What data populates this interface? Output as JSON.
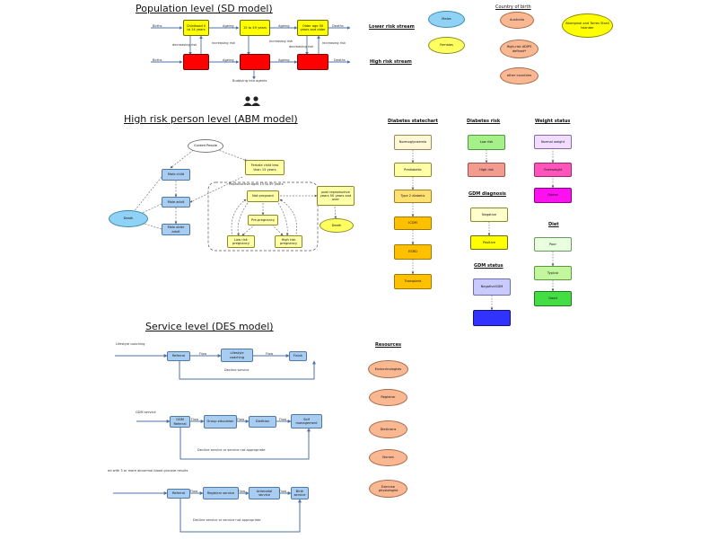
{
  "sd": {
    "title": "Population level (SD model)",
    "births": [
      "Births",
      "Births"
    ],
    "ageing": [
      "Ageing",
      "Ageing",
      "Ageing",
      "Ageing"
    ],
    "deaths": [
      "Deaths",
      "Deaths"
    ],
    "boxes": [
      "Childhood 0 to 14 years",
      "15 to 49 years",
      "Older age 50 years and older"
    ],
    "flow_labels": [
      "decreasing risk",
      "increasing risk",
      "increasing risk",
      "decreasing risk",
      "increasing risk"
    ],
    "buddy": "Buddying into agents",
    "lower_stream": "Lower risk stream",
    "high_stream": "High risk stream"
  },
  "country": {
    "title": "Country of birth",
    "items": [
      "Males",
      "Australia",
      "Aboriginal and Torres Strait Islander",
      "Females",
      "High-risk ADIPS defined*",
      "other countries"
    ]
  },
  "abm": {
    "title": "High risk person level (ABM model)",
    "guided": "Guided People",
    "male_child": "Male child",
    "male_adult": "Male adult",
    "male_older": "Male older adult",
    "death": "Death",
    "death2": "Death",
    "female_child": "Female child less than 15 years",
    "reproductive": "Reproductive ages 15 to 49 years",
    "not_pregnant": "Not pregnant",
    "pre_pregnancy": "Pre-pregnancy",
    "low_risk": "Low risk pregnancy",
    "high_risk": "High risk pregnancy",
    "post_repro": "post reproductive years 50 years and over"
  },
  "statechart": {
    "title": "Diabetes statechart",
    "states": [
      "Normoglycaemia",
      "Prediabetic",
      "Type 2 diabetic",
      "ICDM",
      "ESRD",
      "Transplant"
    ]
  },
  "risk": {
    "title": "Diabetes risk",
    "items": [
      "Low risk",
      "High risk"
    ]
  },
  "gdm_diag": {
    "title": "GDM diagnosis",
    "items": [
      "Negative",
      "Positive"
    ]
  },
  "gdm_status": {
    "title": "GDM status",
    "items": [
      "NegativeGDM",
      ""
    ]
  },
  "weight": {
    "title": "Weight status",
    "items": [
      "Normal weight",
      "Overweight",
      "Obese"
    ]
  },
  "diet": {
    "title": "Diet",
    "items": [
      "Poor",
      "Typical",
      "Good"
    ]
  },
  "des": {
    "title": "Service level (DES model)",
    "lifestyle": {
      "label": "Lifestyle coaching",
      "referral": "Referral",
      "coaching": "Lifestyle coaching",
      "finish": "Finish",
      "flow": "Flow",
      "decline": "Decline service"
    },
    "gdm": {
      "label": "GDM service",
      "referral": "GDM Referral",
      "group": "Group education",
      "dietitian": "Dietitian",
      "self": "Self management",
      "flow": "Flow",
      "decline": "Decline service or service not appropriate"
    },
    "abnormal": {
      "label": "ed with 3 or more abnormal blood glucose results",
      "referral": "Referral",
      "registrar": "Registrar service",
      "antenatal": "Antenatal service",
      "birth": "Birth service",
      "flow": "Flow",
      "decline": "Decline service or service not appropriate"
    }
  },
  "resources": {
    "title": "Resources",
    "items": [
      "Endocrinologists",
      "Registrar",
      "Dieticians",
      "Nurses",
      "Exercise physiologist"
    ]
  }
}
